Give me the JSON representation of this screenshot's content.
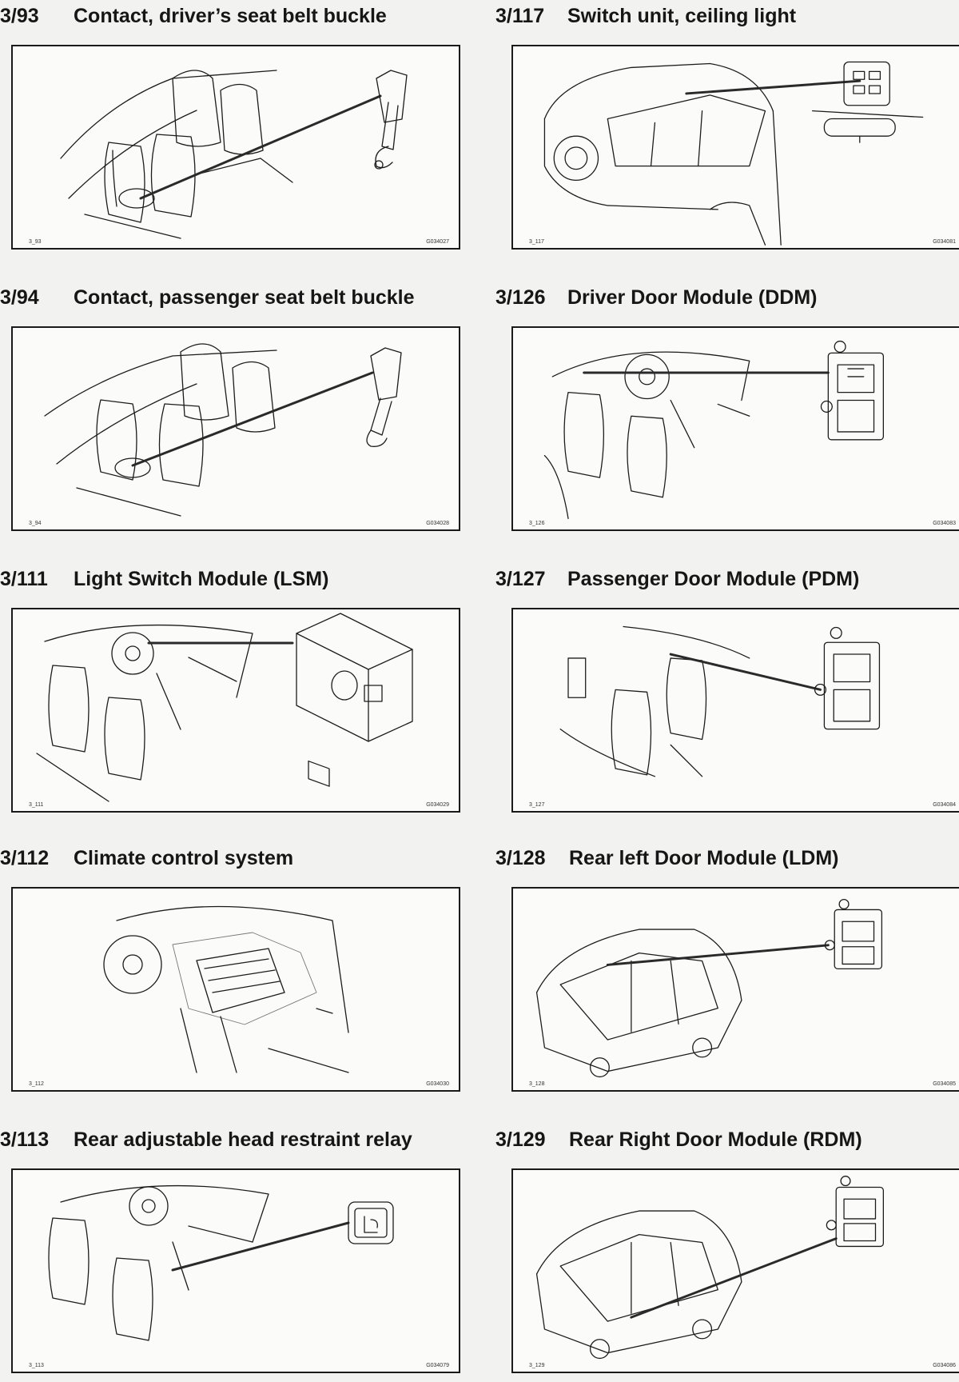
{
  "entries": [
    {
      "num": "3/93",
      "title": "Contact, driver’s seat belt buckle",
      "ref_left": "3_93",
      "ref_right": "G034027",
      "illustration": "seat-belt-buckle"
    },
    {
      "num": "3/117",
      "title": "Switch unit, ceiling light",
      "ref_left": "3_117",
      "ref_right": "G034081",
      "illustration": "ceiling-light-switch"
    },
    {
      "num": "3/94",
      "title": "Contact, passenger seat belt buckle",
      "ref_left": "3_94",
      "ref_right": "G034028",
      "illustration": "seat-belt-buckle"
    },
    {
      "num": "3/126",
      "title": "Driver Door Module (DDM)",
      "ref_left": "3_126",
      "ref_right": "G034083",
      "illustration": "door-module"
    },
    {
      "num": "3/111",
      "title": "Light Switch Module (LSM)",
      "ref_left": "3_111",
      "ref_right": "G034029",
      "illustration": "light-switch-module"
    },
    {
      "num": "3/127",
      "title": "Passenger Door Module (PDM)",
      "ref_left": "3_127",
      "ref_right": "G034084",
      "illustration": "door-module"
    },
    {
      "num": "3/112",
      "title": "Climate control system",
      "ref_left": "3_112",
      "ref_right": "G034030",
      "illustration": "climate-unit"
    },
    {
      "num": "3/128",
      "title": "Rear left Door Module (LDM)",
      "ref_left": "3_128",
      "ref_right": "G034085",
      "illustration": "door-module"
    },
    {
      "num": "3/113",
      "title": "Rear adjustable head restraint relay",
      "ref_left": "3_113",
      "ref_right": "G034079",
      "illustration": "relay"
    },
    {
      "num": "3/129",
      "title": "Rear Right Door Module (RDM)",
      "ref_left": "3_129",
      "ref_right": "G034086",
      "illustration": "door-module"
    }
  ]
}
